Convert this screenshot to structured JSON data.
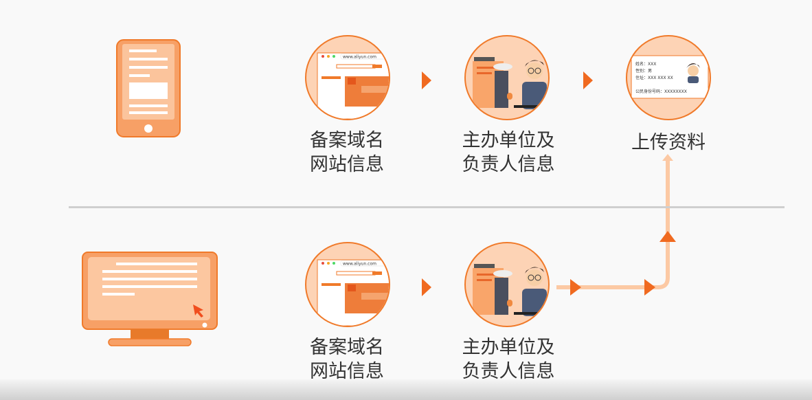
{
  "colors": {
    "accent": "#f07a2a",
    "light": "#fdd3b5",
    "arrow": "#f06a20"
  },
  "mobile_flow": {
    "device": "mobile-phone",
    "steps": [
      {
        "line1": "备案域名",
        "line2": "网站信息"
      },
      {
        "line1": "主办单位及",
        "line2": "负责人信息"
      },
      {
        "line1": "上传资料",
        "line2": ""
      }
    ]
  },
  "pc_flow": {
    "device": "desktop-monitor",
    "steps": [
      {
        "line1": "备案域名",
        "line2": "网站信息"
      },
      {
        "line1": "主办单位及",
        "line2": "负责人信息"
      }
    ]
  },
  "browser_illustration": {
    "url": "www.aliyun.com"
  },
  "id_card": {
    "name": "姓名：XXX",
    "gender": "性别：男",
    "address": "住址：XXX XXX XX",
    "id_number": "公民身份号码：XXXXXXXX"
  }
}
